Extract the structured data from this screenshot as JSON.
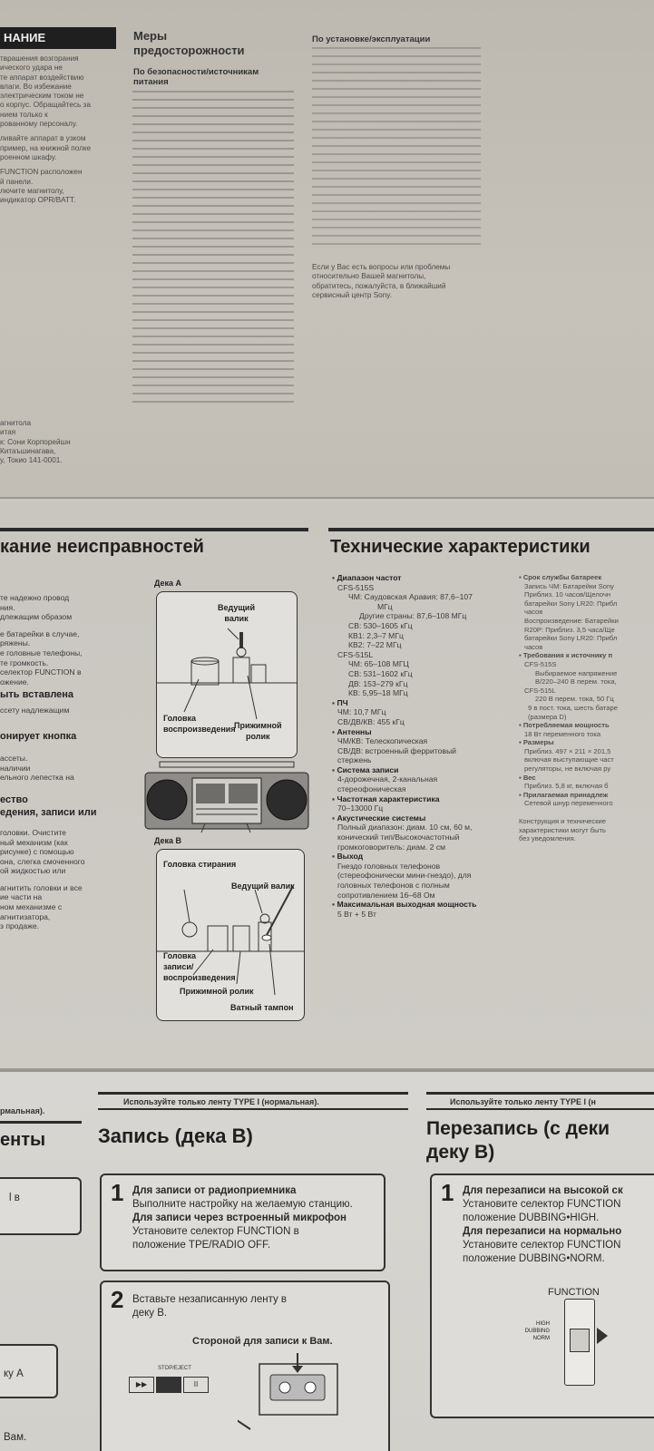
{
  "page1": {
    "col1": {
      "banner": "НАНИЕ",
      "para1": [
        "тврашения возгорания",
        "ического удара не",
        "те аппарат воздействию",
        "влаги. Во избежание",
        "электрическим током не",
        "о корпус. Обращайтесь за",
        "нием только к",
        "рованному персоналу."
      ],
      "para2": [
        "ливайте аппарат в узком",
        "пример, на книжной полке",
        "роенном шкафу."
      ],
      "para3": [
        "FUNCTION расположен",
        "й панели.",
        "лючите магнитолу,",
        "индикатор OPR/BATT."
      ],
      "foot": [
        "агнитола",
        "итая",
        "к: Сони Корпорейшн",
        "Китаъшинагава,",
        "у, Токио 141-0001."
      ]
    },
    "col2": {
      "title": [
        "Меры",
        "предосторожности"
      ],
      "subtitle": [
        "По безопасности/источникам",
        "питания"
      ]
    },
    "col3": {
      "title": "По установке/эксплуатации",
      "footer": [
        "Если у Вас есть вопросы или проблемы",
        "относительно Вашей магнитолы,",
        "обратитесь, пожалуйста, в ближайший",
        "сервисный центр Sony."
      ]
    }
  },
  "page2": {
    "trouble": {
      "title": "кание неисправностей",
      "lines": [
        "те надежно провод",
        "ния.",
        "длежащим образом",
        "е батарейки в случае,",
        "ряжены.",
        "е головные телефоны,",
        "те громкость.",
        "селектор FUNCTION в",
        "ожение."
      ],
      "h1": "ыть вставлена",
      "l1": "ссету надлежащим",
      "h2": "онирует кнопка",
      "l2": [
        "ассеты.",
        "наличии",
        "ельного лепестка на"
      ],
      "h3": [
        "ество",
        "едения, записи или"
      ],
      "l3": [
        "головки. Очистите",
        "ный механизм (как",
        "рисунке) с помощью",
        "она, слегка смоченного",
        "ой жидкостью или"
      ],
      "l4": [
        "агнитить головки и все",
        "ие части на",
        "ном механизме с",
        "агнитизатора,",
        "з продаже."
      ]
    },
    "deckA": {
      "title": "Дека A",
      "capstan": [
        "Ведущий",
        "валик"
      ],
      "playhead": [
        "Головка",
        "воспроизведения"
      ],
      "pinch": [
        "Прижимной",
        "ролик"
      ]
    },
    "deckB": {
      "title": "Дека B",
      "erase": "Головка стирания",
      "capstan": "Ведущий валик",
      "rechead": [
        "Головка",
        "записи/",
        "воспроизведения"
      ],
      "pinch": "Прижимной ролик",
      "swab": "Ватный тампон"
    },
    "specs": {
      "title": "Технические характеристики",
      "items": [
        {
          "h": "Диапазон частот",
          "l": [
            "CFS-515S",
            "ЧМ: Саудовская Аравия: 87,6–107",
            "МГц",
            "Другие страны: 87,6–108 МГц",
            "СВ: 530–1605 кГц",
            "КВ1: 2,3–7 МГц",
            "КВ2: 7–22 МГц",
            "CFS-515L",
            "ЧМ: 65–108 МГЦ",
            "СВ: 531–1602 кГц",
            "ДВ: 153–279 кГц",
            "КВ: 5,95–18 МГц"
          ]
        },
        {
          "h": "ПЧ",
          "l": [
            "ЧМ: 10,7 МГц",
            "СВ/ДВ/КВ: 455 кГц"
          ]
        },
        {
          "h": "Антенны",
          "l": [
            "ЧМ/КВ: Телескопическая",
            "СВ/ДВ: встроенный ферритовый",
            "стержень"
          ]
        },
        {
          "h": "Система записи",
          "l": [
            "4-дорожечная, 2-канальная",
            "стереофоническая"
          ]
        },
        {
          "h": "Частотная характеристика",
          "l": [
            "70–13000 Гц"
          ]
        },
        {
          "h": "Акустические системы",
          "l": [
            "Полный диапазон: диам. 10 см, 60 м,",
            "конический тип/Высокочастотный",
            "громкоговоритель: диам. 2 см"
          ]
        },
        {
          "h": "Выход",
          "l": [
            "Гнездо головных телефонов",
            "(стереофонически мини-гнездо), для",
            "головных телефонов с полным",
            "сопротивлением 16–68 Ом"
          ]
        },
        {
          "h": "Максимальная выходная мощность",
          "l": [
            "5 Вт + 5 Вт"
          ]
        }
      ],
      "right": [
        {
          "h": "Срок службы батареек",
          "l": [
            "Запись ЧМ: Батарейки Sony",
            "Приблиз. 10 часов/Щелочн",
            "батарейки Sony LR20: Прибл",
            "часов",
            "Воспроизведение: Батарейки",
            "R20P: Приблиз. 3,5 часа/Ще",
            "батарейки Sony LR20: Прибл",
            "часов"
          ]
        },
        {
          "h": "Требования к источнику п",
          "l": [
            "CFS-515S",
            "Выбираемое напряжение",
            "В/220–240 В перем. тока,",
            "CFS-515L",
            "220 В перем. тока, 50 Гц",
            "9 в пост. тока, шесть батаре",
            "(размера D)"
          ]
        },
        {
          "h": "Потребляемая мощность",
          "l": [
            "18 Вт переменного тока"
          ]
        },
        {
          "h": "Размеры",
          "l": [
            "Приблиз. 497 × 211 × 201,5",
            "включая выступающие част",
            "регуляторы, не включая ру"
          ]
        },
        {
          "h": "Вес",
          "l": [
            "Приблиз. 5,8 кг, включая б"
          ]
        },
        {
          "h": "Прилагаемая принадлеж",
          "l": [
            "Сетевой шнур переменного"
          ]
        }
      ],
      "note": [
        "Конструкция и технические",
        "характеристики могут быть",
        "без уведомления."
      ]
    }
  },
  "page3": {
    "left_hint": "рмальная).",
    "left_title": "енты",
    "left_box_text": "l в",
    "left_box2_text": "ку A",
    "left_bottom": "Вам.",
    "mid_hint": "Используйте только ленту TYPE I (нормальная).",
    "mid_title": "Запись (дека B)",
    "step1": {
      "num": "1",
      "b1": "Для записи от радиоприемника",
      "t1": "Выполните настройку на желаемую станцию.",
      "b2": "Для записи через встроенный микрофон",
      "t2": "Установите селектор FUNCTION в",
      "t3": "положение TPE/RADIO OFF."
    },
    "step2": {
      "num": "2",
      "t1": "Вставьте незаписанную ленту в",
      "t2": "деку B.",
      "b1": "Стороной для записи к Вам."
    },
    "controls": {
      "stop": "STOP/EJECT",
      "play": "▶▶",
      "pause": "II"
    },
    "right_hint": "Используйте только ленту TYPE I (н",
    "right_title": [
      "Перезапись (с деки",
      "деку B)"
    ],
    "rstep1": {
      "num": "1",
      "b1": "Для перезаписи на высокой ск",
      "t1": "Установите селектор FUNCTION",
      "t2": "положение DUBBING•HIGH.",
      "b2": "Для перезаписи на нормально",
      "t3": "Установите селектор FUNCTION",
      "t4": "положение DUBBING•NORM."
    },
    "function": {
      "label": "FUNCTION",
      "high": "HIGH",
      "dubbing": "DUBBING",
      "norm": "NORM"
    }
  },
  "colors": {
    "ink": "#2a2a2a",
    "banner": "#1f1f1f",
    "paper": "#cfccc6"
  }
}
